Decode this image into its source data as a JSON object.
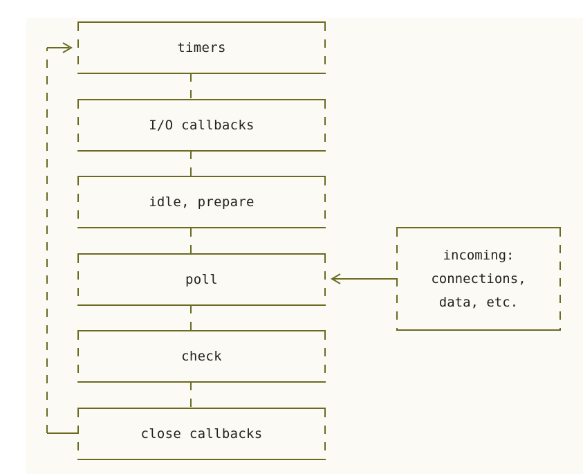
{
  "diagram": {
    "stages": [
      "timers",
      "I/O callbacks",
      "idle, prepare",
      "poll",
      "check",
      "close callbacks"
    ],
    "incoming": {
      "lines": [
        "incoming:",
        "connections,",
        "data, etc."
      ]
    },
    "colors": {
      "line": "#6b6a21",
      "text": "#222222",
      "paper": "#fbfaf4"
    }
  }
}
